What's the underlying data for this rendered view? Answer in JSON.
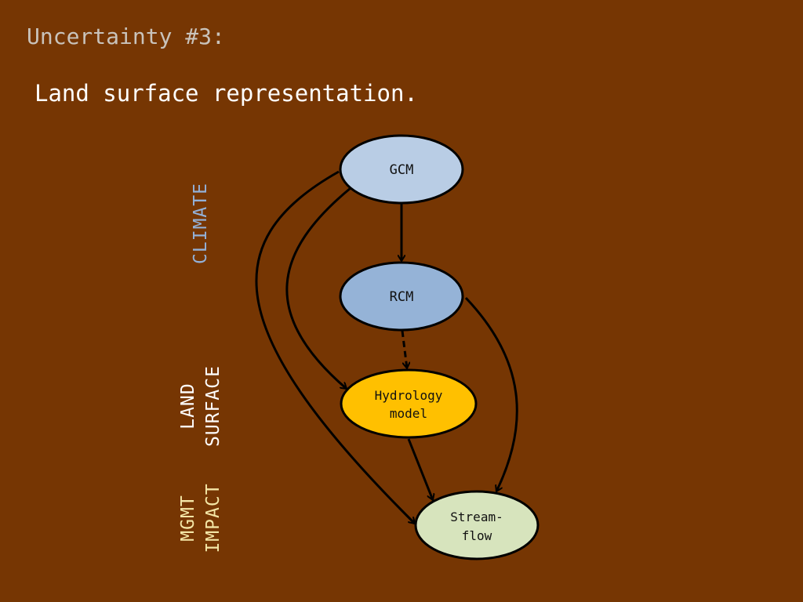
{
  "slide": {
    "title": "Uncertainty #3:",
    "subtitle": "Land surface representation."
  },
  "side_labels": {
    "climate": "CLIMATE",
    "land": "LAND",
    "surface": "SURFACE",
    "mgmt": "MGMT",
    "impact": "IMPACT"
  },
  "nodes": {
    "gcm": "GCM",
    "rcm": "RCM",
    "hydrology_line1": "Hydrology",
    "hydrology_line2": "model",
    "streamflow_line1": "Stream-",
    "streamflow_line2": "flow"
  },
  "colors": {
    "background": "#763603",
    "gcm_fill": "#b9cde5",
    "rcm_fill": "#95b3d7",
    "hydrology_fill": "#ffc000",
    "streamflow_fill": "#d7e4bd",
    "climate_label": "#93b1d8",
    "mgmt_label": "#f4e6a6"
  }
}
